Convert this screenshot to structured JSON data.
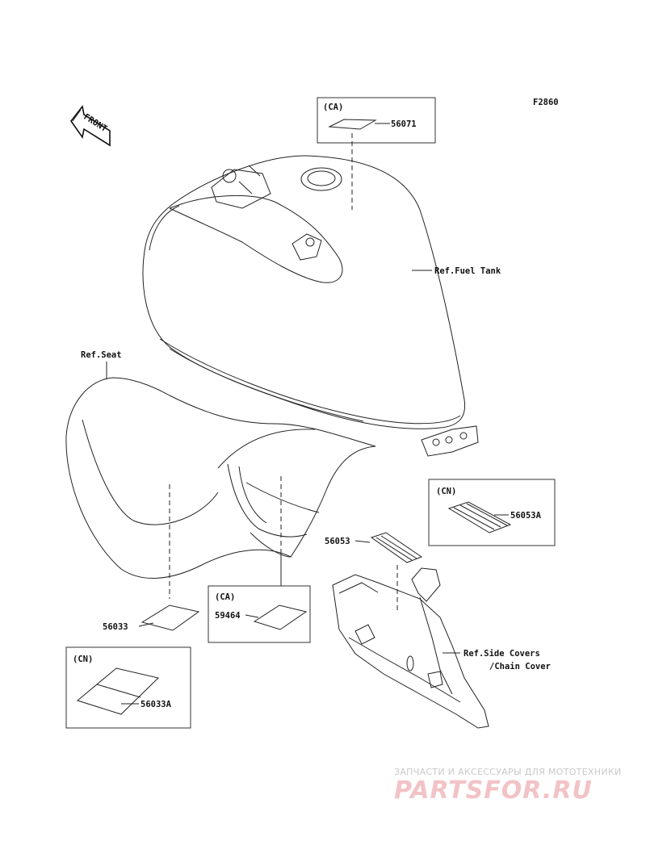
{
  "diagram": {
    "figure_code": "F2860",
    "front_label": "FRONT",
    "parts": [
      {
        "number": "56071",
        "region": "(CA)"
      },
      {
        "number": "56053A",
        "region": "(CN)"
      },
      {
        "number": "56053",
        "region": ""
      },
      {
        "number": "59464",
        "region": "(CA)"
      },
      {
        "number": "56033",
        "region": ""
      },
      {
        "number": "56033A",
        "region": "(CN)"
      }
    ],
    "references": {
      "fuel_tank": "Ref.Fuel Tank",
      "seat": "Ref.Seat",
      "side_covers_1": "Ref.Side Covers",
      "side_covers_2": "/Chain Cover"
    }
  },
  "watermark": {
    "line1": "ЗАПЧАСТИ И АКСЕССУАРЫ ДЛЯ МОТОТЕХНИКИ",
    "line2": "PARTSFOR.RU"
  }
}
